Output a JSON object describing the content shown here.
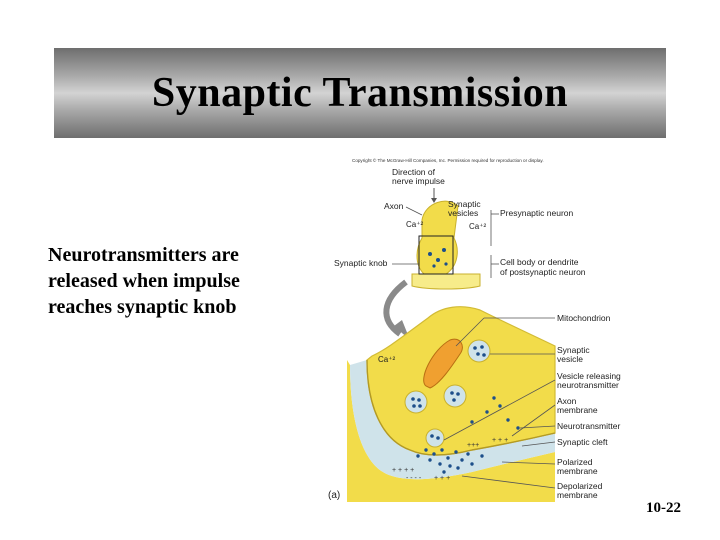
{
  "slide": {
    "title": "Synaptic Transmission",
    "body_lines": [
      "Neurotransmitters are",
      "released when impulse",
      "reaches synaptic knob"
    ],
    "slide_number": "10-22"
  },
  "figure": {
    "copyright": "Copyright © The McGraw-Hill Companies, Inc. Permission required for reproduction or display.",
    "direction_line1": "Direction of",
    "direction_line2": "nerve impulse",
    "axon": "Axon",
    "synaptic_vesicles_line1": "Synaptic",
    "synaptic_vesicles_line2": "vesicles",
    "presynaptic_neuron": "Presynaptic neuron",
    "ca_top_left": "Ca⁺²",
    "ca_top_right": "Ca⁺²",
    "synaptic_knob": "Synaptic knob",
    "cell_body_line1": "Cell body or dendrite",
    "cell_body_line2": "of postsynaptic neuron",
    "mitochondrion": "Mitochondrion",
    "ca_lower": "Ca⁺²",
    "synaptic_vesicle_line1": "Synaptic",
    "synaptic_vesicle_line2": "vesicle",
    "vesicle_releasing_line1": "Vesicle releasing",
    "vesicle_releasing_line2": "neurotransmitter",
    "axon_membrane_line1": "Axon",
    "axon_membrane_line2": "membrane",
    "neurotransmitter": "Neurotransmitter",
    "synaptic_cleft": "Synaptic cleft",
    "polarized_line1": "Polarized",
    "polarized_line2": "membrane",
    "depolarized_line1": "Depolarized",
    "depolarized_line2": "membrane",
    "panel_label": "(a)"
  },
  "colors": {
    "cell": "#f2dc4a",
    "cell_light": "#f7ec8a",
    "cleft": "#cfe3ea",
    "mito": "#f0a030",
    "dots": "#1d4f8a",
    "title_gradient_dark": "#6e6e6e",
    "title_gradient_light": "#d3d3d3"
  }
}
